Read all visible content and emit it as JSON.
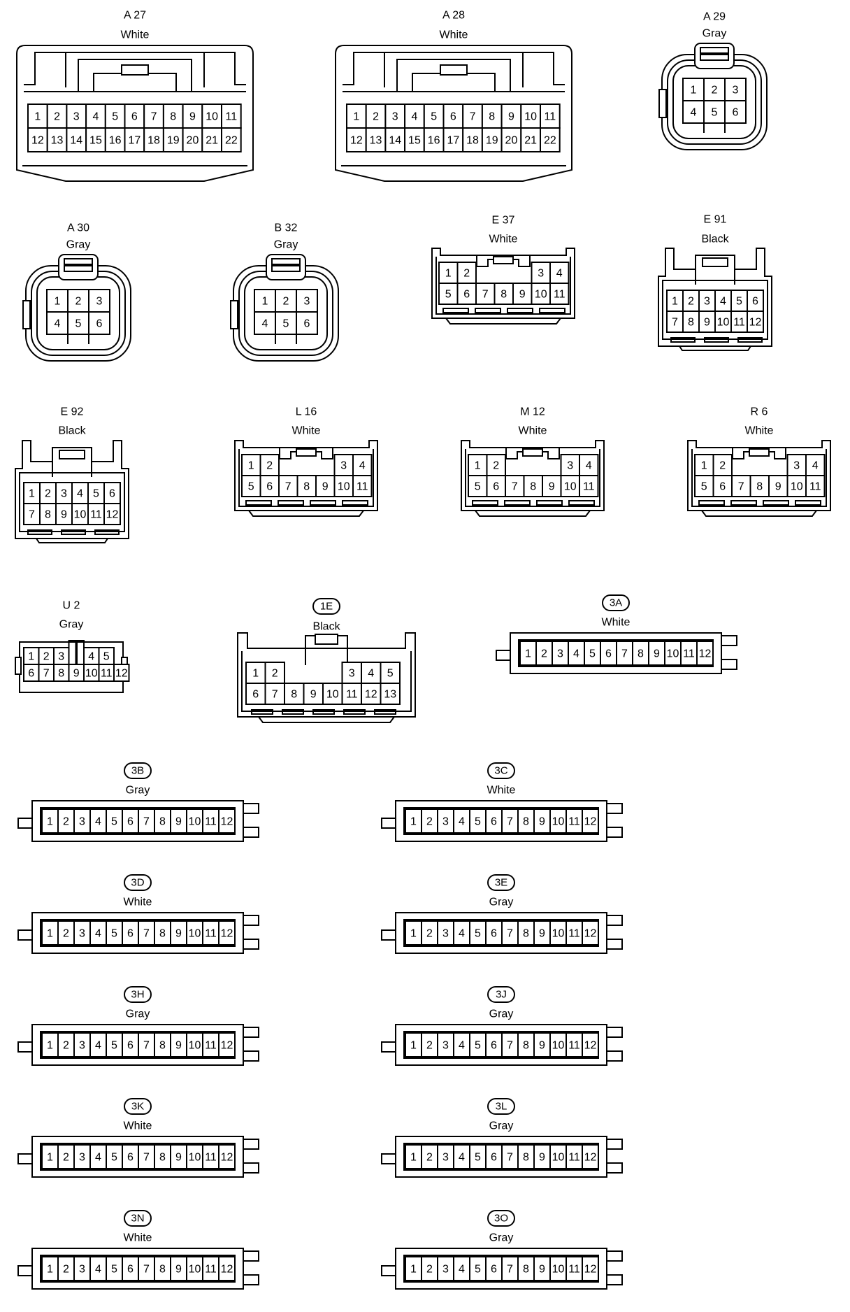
{
  "connectors": [
    {
      "id": "A27",
      "name": "A 27",
      "color": "White",
      "kind": "wide22",
      "pins": [
        [
          "1",
          "2",
          "3",
          "4",
          "5",
          "6",
          "7",
          "8",
          "9",
          "10",
          "11"
        ],
        [
          "12",
          "13",
          "14",
          "15",
          "16",
          "17",
          "18",
          "19",
          "20",
          "21",
          "22"
        ]
      ]
    },
    {
      "id": "A28",
      "name": "A 28",
      "color": "White",
      "kind": "wide22",
      "pins": [
        [
          "1",
          "2",
          "3",
          "4",
          "5",
          "6",
          "7",
          "8",
          "9",
          "10",
          "11"
        ],
        [
          "12",
          "13",
          "14",
          "15",
          "16",
          "17",
          "18",
          "19",
          "20",
          "21",
          "22"
        ]
      ]
    },
    {
      "id": "A29",
      "name": "A 29",
      "color": "Gray",
      "kind": "round6",
      "pins": [
        [
          "1",
          "2",
          "3"
        ],
        [
          "4",
          "5",
          "6"
        ]
      ]
    },
    {
      "id": "A30",
      "name": "A 30",
      "color": "Gray",
      "kind": "round6",
      "pins": [
        [
          "1",
          "2",
          "3"
        ],
        [
          "4",
          "5",
          "6"
        ]
      ]
    },
    {
      "id": "B32",
      "name": "B 32",
      "color": "Gray",
      "kind": "round6",
      "pins": [
        [
          "1",
          "2",
          "3"
        ],
        [
          "4",
          "5",
          "6"
        ]
      ]
    },
    {
      "id": "E37",
      "name": "E 37",
      "color": "White",
      "kind": "c11",
      "pins": [
        [
          "1",
          "2",
          "",
          "",
          "3",
          "4"
        ],
        [
          "5",
          "6",
          "7",
          "8",
          "9",
          "10",
          "11"
        ]
      ]
    },
    {
      "id": "E91",
      "name": "E 91",
      "color": "Black",
      "kind": "c12",
      "pins": [
        [
          "1",
          "2",
          "3",
          "4",
          "5",
          "6"
        ],
        [
          "7",
          "8",
          "9",
          "10",
          "11",
          "12"
        ]
      ]
    },
    {
      "id": "E92",
      "name": "E 92",
      "color": "Black",
      "kind": "c12",
      "pins": [
        [
          "1",
          "2",
          "3",
          "4",
          "5",
          "6"
        ],
        [
          "7",
          "8",
          "9",
          "10",
          "11",
          "12"
        ]
      ]
    },
    {
      "id": "L16",
      "name": "L 16",
      "color": "White",
      "kind": "c11",
      "pins": [
        [
          "1",
          "2",
          "",
          "",
          "3",
          "4"
        ],
        [
          "5",
          "6",
          "7",
          "8",
          "9",
          "10",
          "11"
        ]
      ]
    },
    {
      "id": "M12",
      "name": "M 12",
      "color": "White",
      "kind": "c11",
      "pins": [
        [
          "1",
          "2",
          "",
          "",
          "3",
          "4"
        ],
        [
          "5",
          "6",
          "7",
          "8",
          "9",
          "10",
          "11"
        ]
      ]
    },
    {
      "id": "R6",
      "name": "R 6",
      "color": "White",
      "kind": "c11",
      "pins": [
        [
          "1",
          "2",
          "",
          "",
          "3",
          "4"
        ],
        [
          "5",
          "6",
          "7",
          "8",
          "9",
          "10",
          "11"
        ]
      ]
    },
    {
      "id": "U2",
      "name": "U 2",
      "color": "Gray",
      "kind": "u12",
      "pins": [
        [
          "1",
          "2",
          "3",
          "",
          "4",
          "5"
        ],
        [
          "6",
          "7",
          "8",
          "9",
          "10",
          "11",
          "12"
        ]
      ]
    },
    {
      "id": "1E",
      "name": "1E",
      "color": "Black",
      "kind": "c13",
      "pins": [
        [
          "1",
          "2",
          "",
          "3",
          "4",
          "5"
        ],
        [
          "6",
          "7",
          "8",
          "9",
          "10",
          "11",
          "12",
          "13"
        ]
      ]
    },
    {
      "id": "3A",
      "name": "3A",
      "color": "White",
      "kind": "strip12",
      "pins": [
        [
          "1",
          "2",
          "3",
          "4",
          "5",
          "6",
          "7",
          "8",
          "9",
          "10",
          "11",
          "12"
        ]
      ]
    },
    {
      "id": "3B",
      "name": "3B",
      "color": "Gray",
      "kind": "strip12",
      "pins": [
        [
          "1",
          "2",
          "3",
          "4",
          "5",
          "6",
          "7",
          "8",
          "9",
          "10",
          "11",
          "12"
        ]
      ]
    },
    {
      "id": "3C",
      "name": "3C",
      "color": "White",
      "kind": "strip12",
      "pins": [
        [
          "1",
          "2",
          "3",
          "4",
          "5",
          "6",
          "7",
          "8",
          "9",
          "10",
          "11",
          "12"
        ]
      ]
    },
    {
      "id": "3D",
      "name": "3D",
      "color": "White",
      "kind": "strip12",
      "pins": [
        [
          "1",
          "2",
          "3",
          "4",
          "5",
          "6",
          "7",
          "8",
          "9",
          "10",
          "11",
          "12"
        ]
      ]
    },
    {
      "id": "3E",
      "name": "3E",
      "color": "Gray",
      "kind": "strip12",
      "pins": [
        [
          "1",
          "2",
          "3",
          "4",
          "5",
          "6",
          "7",
          "8",
          "9",
          "10",
          "11",
          "12"
        ]
      ]
    },
    {
      "id": "3H",
      "name": "3H",
      "color": "Gray",
      "kind": "strip12",
      "pins": [
        [
          "1",
          "2",
          "3",
          "4",
          "5",
          "6",
          "7",
          "8",
          "9",
          "10",
          "11",
          "12"
        ]
      ]
    },
    {
      "id": "3J",
      "name": "3J",
      "color": "Gray",
      "kind": "strip12",
      "pins": [
        [
          "1",
          "2",
          "3",
          "4",
          "5",
          "6",
          "7",
          "8",
          "9",
          "10",
          "11",
          "12"
        ]
      ]
    },
    {
      "id": "3K",
      "name": "3K",
      "color": "White",
      "kind": "strip12",
      "pins": [
        [
          "1",
          "2",
          "3",
          "4",
          "5",
          "6",
          "7",
          "8",
          "9",
          "10",
          "11",
          "12"
        ]
      ]
    },
    {
      "id": "3L",
      "name": "3L",
      "color": "Gray",
      "kind": "strip12",
      "pins": [
        [
          "1",
          "2",
          "3",
          "4",
          "5",
          "6",
          "7",
          "8",
          "9",
          "10",
          "11",
          "12"
        ]
      ]
    },
    {
      "id": "3N",
      "name": "3N",
      "color": "White",
      "kind": "strip12",
      "pins": [
        [
          "1",
          "2",
          "3",
          "4",
          "5",
          "6",
          "7",
          "8",
          "9",
          "10",
          "11",
          "12"
        ]
      ]
    },
    {
      "id": "3O",
      "name": "3O",
      "color": "Gray",
      "kind": "strip12",
      "pins": [
        [
          "1",
          "2",
          "3",
          "4",
          "5",
          "6",
          "7",
          "8",
          "9",
          "10",
          "11",
          "12"
        ]
      ]
    }
  ]
}
